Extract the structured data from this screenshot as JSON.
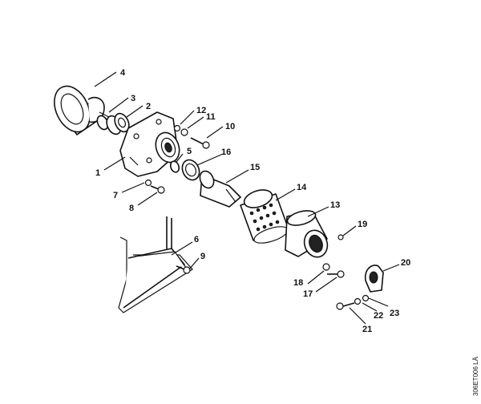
{
  "diagram": {
    "reference_code": "306ET006 LÄ",
    "callouts": [
      {
        "id": "p1",
        "label": "1"
      },
      {
        "id": "p2",
        "label": "2"
      },
      {
        "id": "p3",
        "label": "3"
      },
      {
        "id": "p4",
        "label": "4"
      },
      {
        "id": "p5",
        "label": "5"
      },
      {
        "id": "p6",
        "label": "6"
      },
      {
        "id": "p7",
        "label": "7"
      },
      {
        "id": "p8",
        "label": "8"
      },
      {
        "id": "p9",
        "label": "9"
      },
      {
        "id": "p10",
        "label": "10"
      },
      {
        "id": "p11",
        "label": "11"
      },
      {
        "id": "p12",
        "label": "12"
      },
      {
        "id": "p13",
        "label": "13"
      },
      {
        "id": "p14",
        "label": "14"
      },
      {
        "id": "p15",
        "label": "15"
      },
      {
        "id": "p16",
        "label": "16"
      },
      {
        "id": "p17",
        "label": "17"
      },
      {
        "id": "p18",
        "label": "18"
      },
      {
        "id": "p19",
        "label": "19"
      },
      {
        "id": "p20",
        "label": "20"
      },
      {
        "id": "p21",
        "label": "21"
      },
      {
        "id": "p22",
        "label": "22"
      },
      {
        "id": "p23",
        "label": "23"
      }
    ]
  }
}
